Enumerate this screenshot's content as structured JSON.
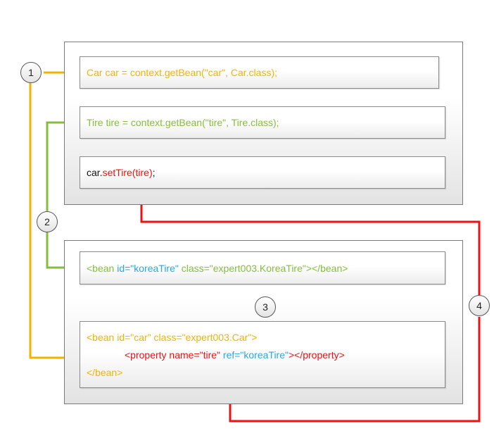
{
  "colors": {
    "orange": "#f2b300",
    "green": "#86bd3d",
    "red": "#ee1111",
    "blue": "#27a8e0",
    "black": "#111111"
  },
  "java": {
    "line1": "Car car = context.getBean(\"car\", Car.class);",
    "line2": "Tire tire = context.getBean(\"tire\", Tire.class);",
    "line3_obj": "car.",
    "line3_call": "setTire(tire)",
    "line3_end": ";"
  },
  "xml": {
    "tire_bean": {
      "open": "<bean ",
      "id_attr": "id=\"koreaTire\"",
      "rest": " class=\"expert003.KoreaTire\"></bean>"
    },
    "car_bean": {
      "open": "<bean id=\"car\" class=\"expert003.Car\">",
      "prop_open": "<property name=\"tire\" ",
      "prop_ref": "ref=\"koreaTire\"",
      "prop_close": "></property>",
      "close": "</bean>"
    }
  },
  "badges": {
    "b1": "1",
    "b2": "2",
    "b3": "3",
    "b4": "4"
  }
}
